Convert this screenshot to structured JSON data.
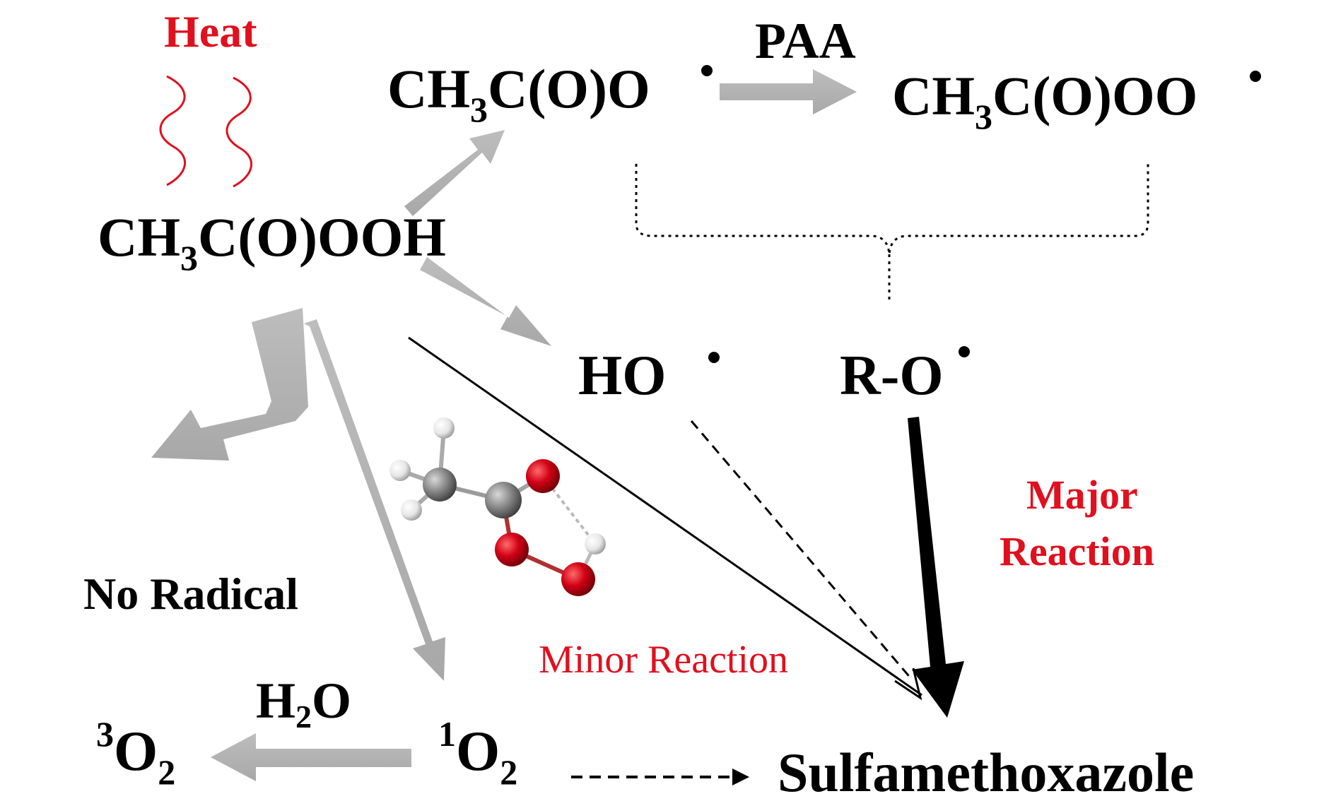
{
  "heat_label": "Heat",
  "paa_label": "PAA",
  "peracetic_acid": {
    "base": "CH",
    "sub": "3",
    "rest": "C(O)OOH"
  },
  "acetyloxyl_radical": {
    "base": "CH",
    "sub": "3",
    "rest": "C(O)O"
  },
  "acetylperoxyl_radical": {
    "base": "CH",
    "sub": "3",
    "rest": "C(O)OO"
  },
  "hydroxyl_radical": "HO",
  "organic_radical": "R-O",
  "no_radical_label": "No Radical",
  "water": {
    "base": "H",
    "sub": "2",
    "rest": "O"
  },
  "triplet_oxygen": {
    "sup": "3",
    "base": "O",
    "sub": "2"
  },
  "singlet_oxygen": {
    "sup": "1",
    "base": "O",
    "sub": "2"
  },
  "target_compound": "Sulfamethoxazole",
  "major_reaction": {
    "line1": "Major",
    "line2": "Reaction"
  },
  "minor_reaction": "Minor Reaction",
  "colors": {
    "red_text": "#e0101e",
    "gray_arrow": "#b0b0b0",
    "black": "#000000",
    "oxygen_atom": "#cc0011",
    "carbon_atom": "#8a8a8a",
    "hydrogen_atom": "#e8e8e8"
  },
  "molecule_icon": "peracetic-acid-ball-and-stick"
}
